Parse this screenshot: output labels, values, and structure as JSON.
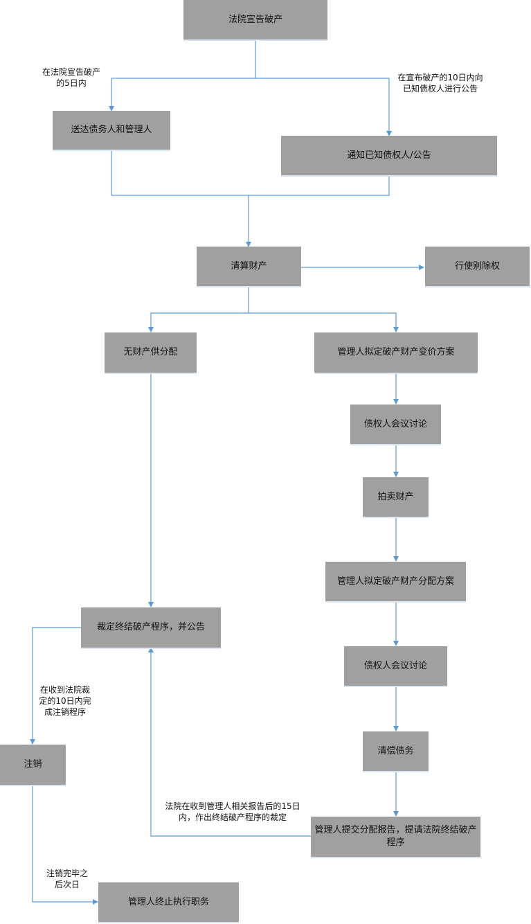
{
  "nodes": {
    "court_declare": "法院宣告破产",
    "deliver": "送达债务人和管理人",
    "notify": "通知已知债权人/公告",
    "liquidate": "清算财产",
    "exercise_right": "行使别除权",
    "no_property": "无财产供分配",
    "plan_change": "管理人拟定破产财产变价方案",
    "meeting1": "债权人会议讨论",
    "auction": "拍卖财产",
    "plan_distribute": "管理人拟定破产财产分配方案",
    "meeting2": "债权人会议讨论",
    "repay": "清偿债务",
    "submit_report": "管理人提交分配报告，提请法院终结破产程序",
    "ruling": "裁定终结破产程序，并公告",
    "cancel": "注销",
    "terminate": "管理人终止执行职务"
  },
  "notes": {
    "within5": "在法院宣告破产的5日内",
    "within10_notice": "在宣布破产的10日内向已知债权人进行公告",
    "within10_cancel": "在收到法院裁定的10日内完成注销程序",
    "within15": "法院在收到管理人相关报告后的15日内，作出终结破产程序的裁定",
    "after_cancel": "注销完毕之后次日"
  },
  "colors": {
    "box": "#a0a0a0",
    "line": "#5b9bd5"
  }
}
